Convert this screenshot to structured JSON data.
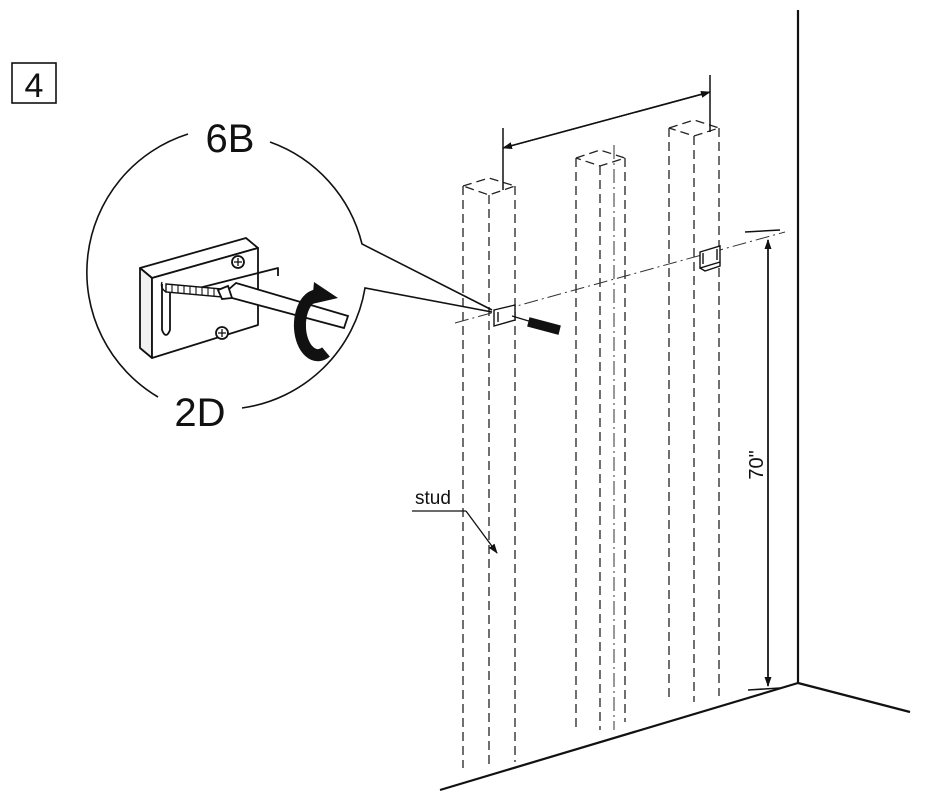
{
  "diagram": {
    "step_number": "4",
    "part_label_bracket": "6B",
    "part_label_screw": "2D",
    "stud_label": "stud",
    "height_dimension": "70\""
  }
}
